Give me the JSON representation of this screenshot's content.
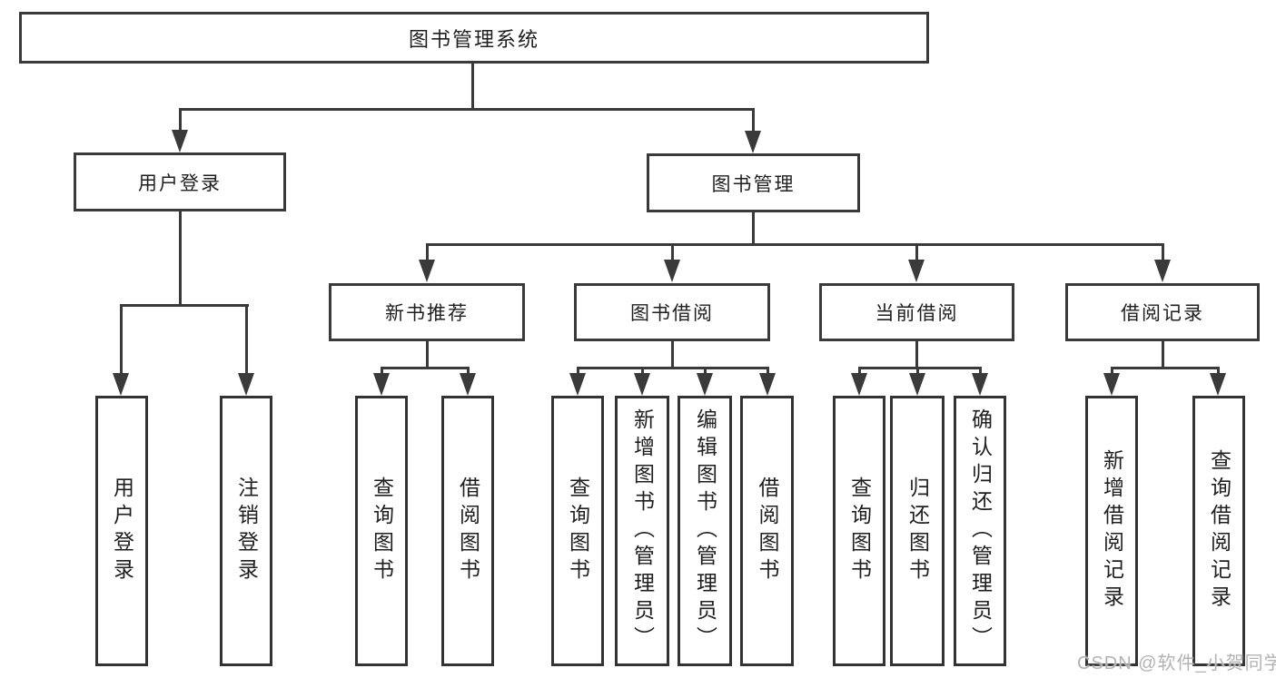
{
  "colors": {
    "line": "#3a3a3a",
    "box_border": "#333333",
    "text": "#1f1f1f",
    "background": "#ffffff",
    "watermark_text_color": "#b3b3b3"
  },
  "watermark": {
    "text": "CSDN @软件_小贺同学"
  },
  "tree": {
    "root": {
      "label": "图书管理系统",
      "children": [
        {
          "label": "用户登录",
          "children": [
            {
              "label": "用户登录"
            },
            {
              "label": "注销登录"
            }
          ]
        },
        {
          "label": "图书管理",
          "children": [
            {
              "label": "新书推荐",
              "children": [
                {
                  "label": "查询图书"
                },
                {
                  "label": "借阅图书"
                }
              ]
            },
            {
              "label": "图书借阅",
              "children": [
                {
                  "label": "查询图书"
                },
                {
                  "label": "新增图书（管理员）"
                },
                {
                  "label": "编辑图书（管理员）"
                },
                {
                  "label": "借阅图书"
                }
              ]
            },
            {
              "label": "当前借阅",
              "children": [
                {
                  "label": "查询图书"
                },
                {
                  "label": "归还图书"
                },
                {
                  "label": "确认归还（管理员）"
                }
              ]
            },
            {
              "label": "借阅记录",
              "children": [
                {
                  "label": "新增借阅记录"
                },
                {
                  "label": "查询借阅记录"
                }
              ]
            }
          ]
        }
      ]
    }
  }
}
